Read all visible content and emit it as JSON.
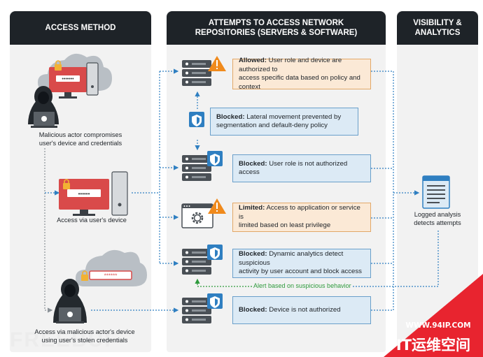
{
  "columns": {
    "access": "ACCESS METHOD",
    "attempts_line1": "ATTEMPTS TO ACCESS NETWORK",
    "attempts_line2": "REPOSITORIES (SERVERS & SOFTWARE)",
    "visibility_line1": "VISIBILITY &",
    "visibility_line2": "ANALYTICS"
  },
  "access_methods": {
    "m1_line1": "Malicious actor compromises",
    "m1_line2": "user's device and credentials",
    "m2": "Access via user's device",
    "m3_line1": "Access via malicious actor's device",
    "m3_line2": "using user's stolen credentials"
  },
  "attempts": {
    "a1_label": "Allowed:",
    "a1_text1": " User role and device are authorized to",
    "a1_text2": "access specific data based on policy and context",
    "a2_label": "Blocked:",
    "a2_text1": " Lateral movement prevented by",
    "a2_text2": "segmentation and default-deny policy",
    "a3_label": "Blocked:",
    "a3_text1": " User role is not authorized access",
    "a4_label": "Limited:",
    "a4_text1": " Access to application or service is",
    "a4_text2": "limited based on least privilege",
    "a5_label": "Blocked:",
    "a5_text1": " Dynamic analytics detect suspicious",
    "a5_text2": "activity by user account and block access",
    "a6_label": "Blocked:",
    "a6_text1": " Device is not authorized"
  },
  "alert": "Alert based on suspicious behavior",
  "analytics": {
    "line1": "Logged analysis",
    "line2": "detects attempts"
  },
  "watermark": {
    "url": "WWW.94IP.COM",
    "title": "IT运维空间",
    "ghost": "FREEBUF"
  },
  "colors": {
    "header_bg": "#1e2328",
    "blocked_fill": "#dceaf5",
    "limited_fill": "#fbe9d6",
    "arrow_blue": "#2f7fc1",
    "alert_green": "#2e9a3c",
    "password_red": "#d94a4a",
    "watermark_red": "#e8242f"
  },
  "icons": [
    "hacker-icon",
    "laptop-icon",
    "cloud-icon",
    "password-icon",
    "padlock-icon",
    "monitor-icon",
    "pc-tower-icon",
    "server-icon",
    "shield-icon",
    "warning-icon",
    "gear-icon",
    "document-icon"
  ]
}
